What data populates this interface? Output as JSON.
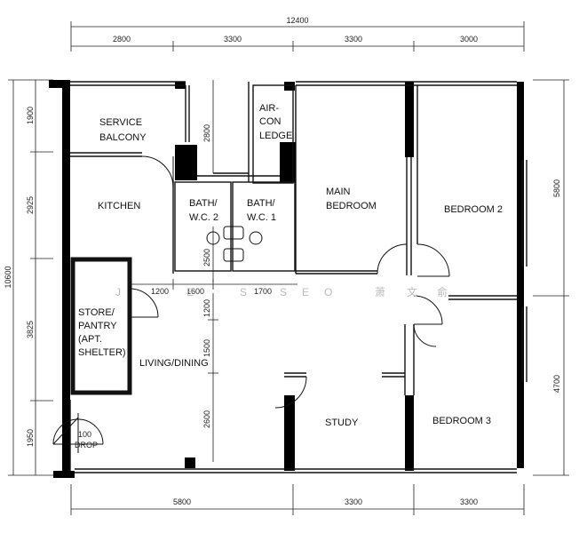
{
  "dimensions": {
    "top_total": "12400",
    "top": [
      "2800",
      "3300",
      "3300",
      "3000"
    ],
    "bottom": [
      "5800",
      "3300",
      "3300"
    ],
    "left_total": "10600",
    "left": [
      "1900",
      "2925",
      "3825",
      "1950"
    ],
    "right": [
      "5800",
      "4700"
    ],
    "inner": [
      "2800",
      "2500",
      "1200",
      "1600",
      "1700",
      "1200",
      "1500",
      "2600"
    ]
  },
  "rooms": {
    "service_balcony": [
      "SERVICE",
      "BALCONY"
    ],
    "kitchen": "KITCHEN",
    "bath2": [
      "BATH/",
      "W.C. 2"
    ],
    "bath1": [
      "BATH/",
      "W.C. 1"
    ],
    "aircon": [
      "AIR-",
      "CON",
      "LEDGE"
    ],
    "main_bedroom": [
      "MAIN",
      "BEDROOM"
    ],
    "bedroom2": "BEDROOM 2",
    "store": [
      "STORE/",
      "PANTRY",
      "(APT.",
      "SHELTER)"
    ],
    "living": "LIVING/DINING",
    "study": "STUDY",
    "bedroom3": "BEDROOM 3",
    "drop": [
      "100",
      "DROP"
    ]
  },
  "watermark": [
    "J",
    "E",
    "S",
    "S",
    "E",
    "O",
    "萧",
    "文",
    "俞"
  ]
}
